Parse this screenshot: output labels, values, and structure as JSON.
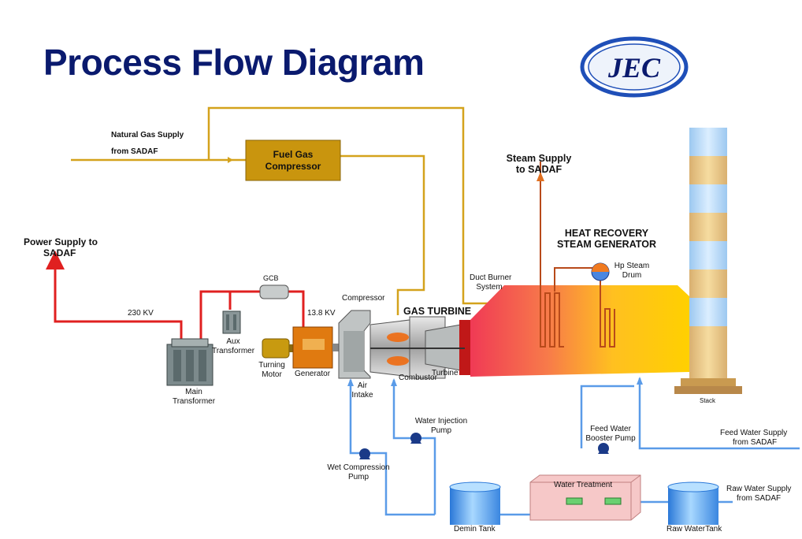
{
  "title": "Process Flow Diagram",
  "logo": {
    "text": "JEC",
    "ring_color": "#1f4fb8",
    "fill_color": "#e8eef8"
  },
  "colors": {
    "gas": "#d4a21c",
    "power": "#e02020",
    "water": "#5a9be8",
    "steam": "#e07020",
    "box": "#c9950e",
    "hrsg_left": "#f04050",
    "hrsg_right": "#ffd000"
  },
  "labels": {
    "natural_gas_1": "Natural Gas Supply",
    "natural_gas_2": "from SADAF",
    "fuel_gas_1": "Fuel Gas",
    "fuel_gas_2": "Compressor",
    "power_supply_1": "Power Supply to",
    "power_supply_2": "SADAF",
    "kv230": "230 KV",
    "gcb": "GCB",
    "kv138": "13.8 KV",
    "aux_1": "Aux",
    "aux_2": "Transformer",
    "main_1": "Main",
    "main_2": "Transformer",
    "turning_1": "Turning",
    "turning_2": "Motor",
    "generator": "Generator",
    "compressor": "Compressor",
    "gas_turbine": "GAS TURBINE",
    "air_1": "Air",
    "air_2": "Intake",
    "combustor": "Combustor",
    "turbine": "Turbine",
    "duct_1": "Duct Burner",
    "duct_2": "System",
    "steam_supply_1": "Steam Supply",
    "steam_supply_2": "to SADAF",
    "hrsg_1": "HEAT RECOVERY",
    "hrsg_2": "STEAM GENERATOR",
    "hp_1": "Hp Steam",
    "hp_2": "Drum",
    "stack": "Stack",
    "feed_pump_1": "Feed Water",
    "feed_pump_2": "Booster Pump",
    "feed_supply_1": "Feed Water Supply",
    "feed_supply_2": "from SADAF",
    "wi_1": "Water Injection",
    "wi_2": "Pump",
    "wc_1": "Wet Compression",
    "wc_2": "Pump",
    "water_treatment": "Water Treatment",
    "demin": "Demin Tank",
    "raw_supply_1": "Raw Water Supply",
    "raw_supply_2": "from SADAF",
    "raw_tank": "Raw WaterTank"
  }
}
